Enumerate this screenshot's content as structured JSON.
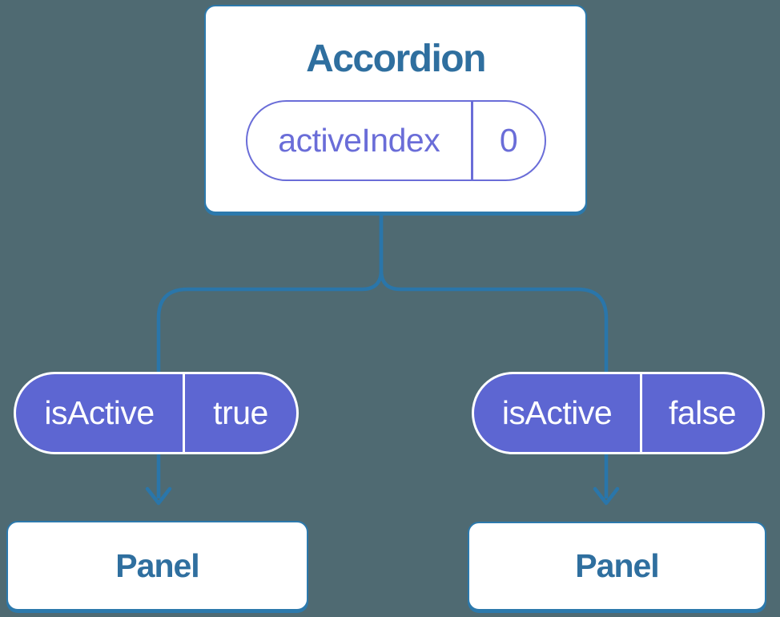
{
  "colors": {
    "background": "#4f6a72",
    "line": "#2a76aa",
    "card_border": "#2c79ac",
    "heading": "#2f6f9f",
    "pill_fill": "#5d66d2",
    "pill_outline": "#6a6dd8",
    "card_bg": "#ffffff",
    "pill_text": "#ffffff"
  },
  "accordion": {
    "title": "Accordion",
    "state": {
      "name": "activeIndex",
      "value": "0"
    }
  },
  "props": {
    "left": {
      "name": "isActive",
      "value": "true"
    },
    "right": {
      "name": "isActive",
      "value": "false"
    }
  },
  "panels": {
    "left": {
      "title": "Panel"
    },
    "right": {
      "title": "Panel"
    }
  }
}
